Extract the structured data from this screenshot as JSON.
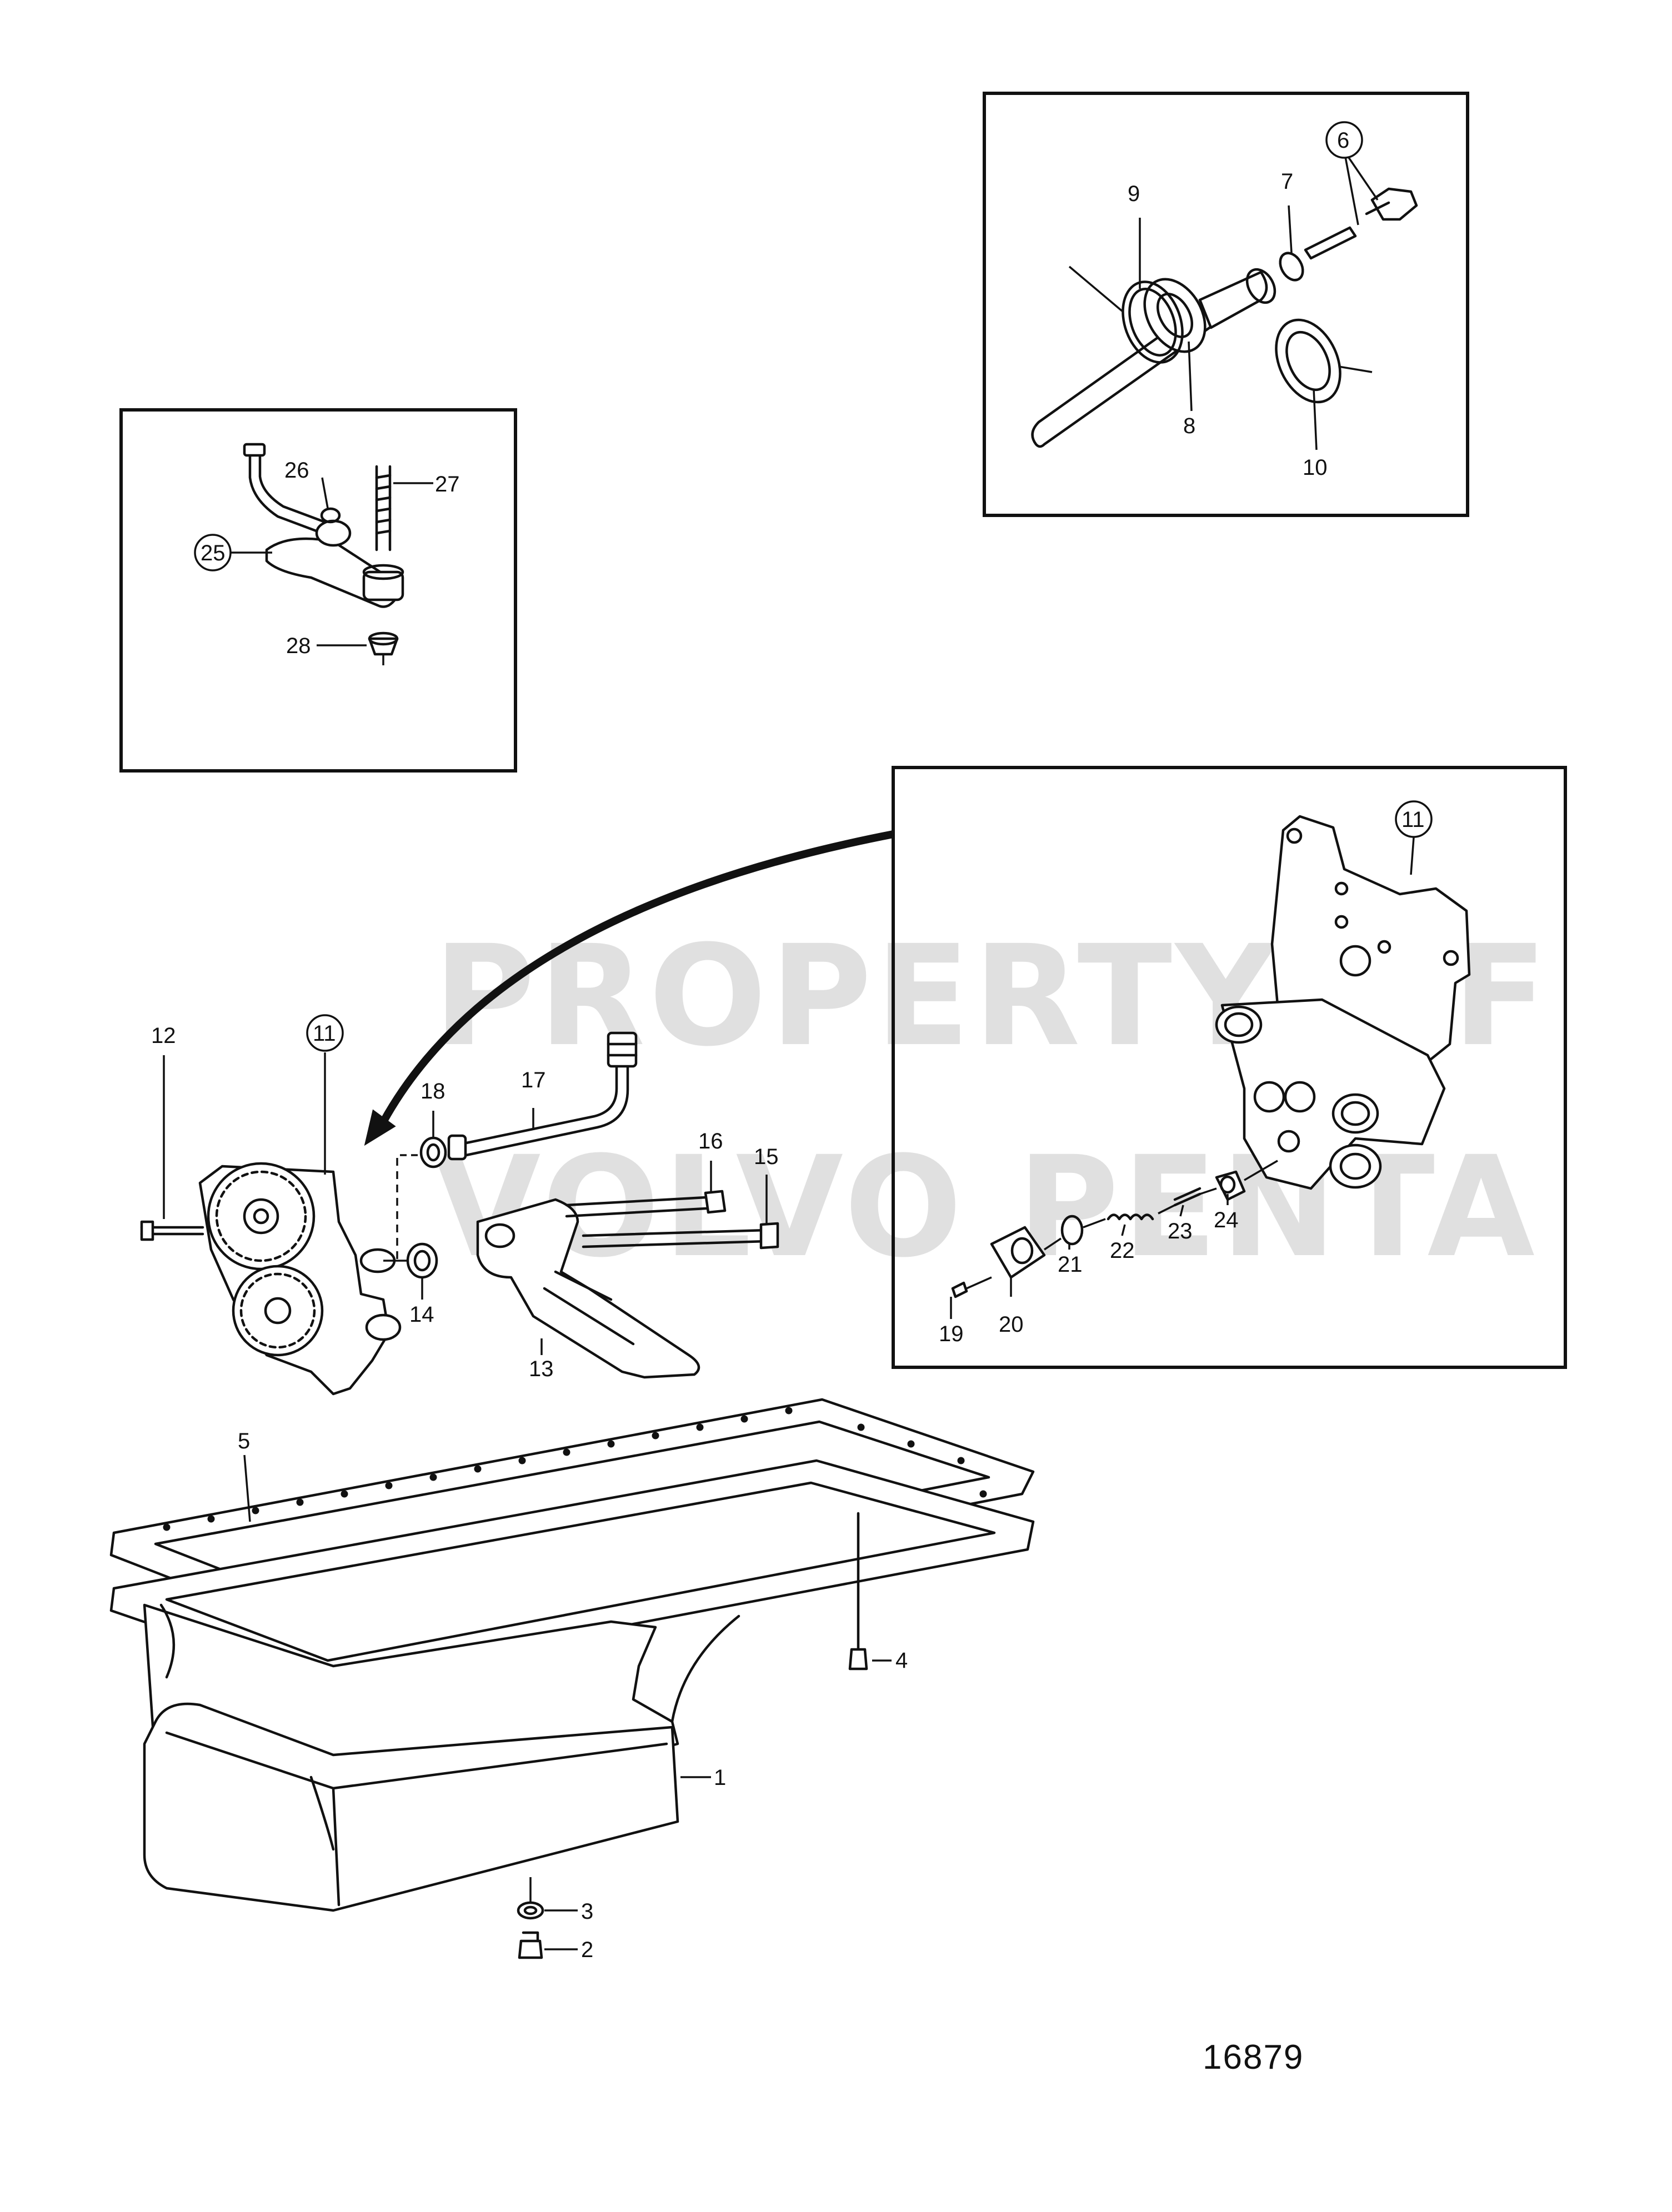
{
  "drawing_number": "16879",
  "watermark": {
    "line1": "PROPERTY OF",
    "line2": "VOLVO PENTA"
  },
  "callouts": {
    "c1": "1",
    "c2": "2",
    "c3": "3",
    "c4": "4",
    "c5": "5",
    "c6": "6",
    "c7": "7",
    "c8": "8",
    "c9": "9",
    "c10": "10",
    "c11a": "11",
    "c11b": "11",
    "c12": "12",
    "c13": "13",
    "c14": "14",
    "c15": "15",
    "c16": "16",
    "c17": "17",
    "c18": "18",
    "c19": "19",
    "c20": "20",
    "c21": "21",
    "c22": "22",
    "c23": "23",
    "c24": "24",
    "c25": "25",
    "c26": "26",
    "c27": "27",
    "c28": "28"
  }
}
